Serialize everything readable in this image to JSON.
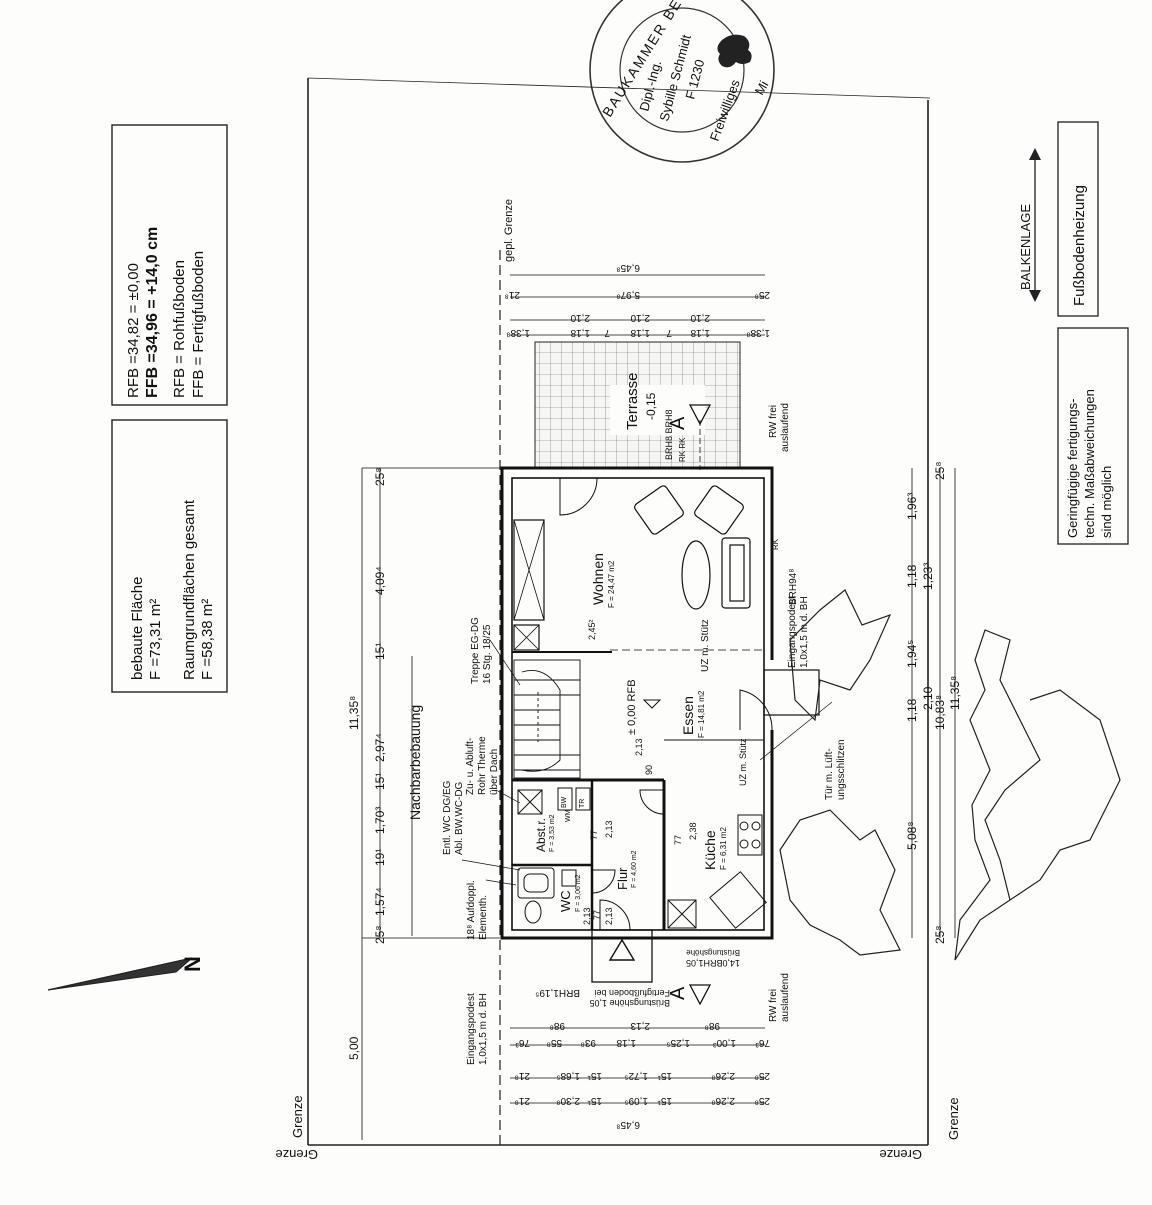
{
  "info_box": {
    "line1": "bebaute Fläche",
    "line2": "F =73,31 m²",
    "line3": "Raumgrundflächen gesamt",
    "line4": "F =58,38 m²"
  },
  "level_box": {
    "rfb_line": "RFB =34,82 = ±0,00",
    "ffb_line": "FFB =34,96 = +14,0 cm",
    "rfb_legend": "RFB = Rohfußboden",
    "ffb_legend": "FFB = Fertigfußboden"
  },
  "stamp": {
    "ring_text": "BAUKAMMER BE",
    "line1": "Dipl.-Ing.",
    "line2": "Sybille Schmidt",
    "line3": "F 1230",
    "line4": "Freiwilliges",
    "line5": "Mi"
  },
  "right_notes": {
    "balkenlage": "BALKENLAGE",
    "heating": "Fußbodenheizung",
    "tolerance1": "Geringfügige fertigungs-",
    "tolerance2": "techn. Maßabweichungen",
    "tolerance3": "sind möglich"
  },
  "boundary": {
    "grenze_left": "Grenze",
    "grenze_right": "Grenze",
    "grenze_bottom_left": "Grenze",
    "grenze_bottom_right": "Grenze",
    "geplante_grenze": "gepl. Grenze"
  },
  "north": {
    "label": "N"
  },
  "rooms": {
    "wohnen": "Wohnen",
    "wohnen_area": "F = 24,47 m2",
    "essen": "Essen",
    "essen_area": "F = 14,81 m2",
    "kueche": "Küche",
    "kueche_area": "F = 6,31 m2",
    "flur": "Flur",
    "flur_area": "F = 4,60 m2",
    "wc": "WC",
    "wc_area": "F = 3,06 m2",
    "abst": "Abst.r.",
    "abst_area": "F = 3,53 m2",
    "terrasse": "Terrasse",
    "terrasse_level": "-0,15"
  },
  "annotations": {
    "nachbarbebauung": "Nachbarbebauung",
    "treppe1": "Treppe EG-DG",
    "treppe2": "16 Stg. 18/25",
    "rohr1": "Zu- u. Abluft-",
    "rohr2": "Rohr Therme",
    "rohr3": "über Dach",
    "entl1": "Entl. WC DG/EG",
    "entl2": "Abl. BW,WC-DG",
    "aufdoppl1": "18⁸ Aufdoppl.",
    "aufdoppl2": "Elementh.",
    "level_0": "± 0,00 RFB",
    "uz_stuetz1": "UZ m. Stütz",
    "uz_stuetz2": "UZ m. Stütz",
    "brh94": "BRH94⁸",
    "brh119": "BRH1,19⁵",
    "brh_top": "BRH8 BRH8",
    "rk_top": "RK RK",
    "rk": "RK",
    "podest_top1": "Eingangspodest",
    "podest_top2": "1,0x1,5 m d. BH",
    "podest_bot1": "Eingangspodest",
    "podest_bot2": "1,0x1,5 m d. BH",
    "tuer1": "Tür m. Lüft-",
    "tuer2": "ungsschlitzen",
    "rw_top1": "RW frei",
    "rw_top2": "auslaufend",
    "rw_bot1": "RW frei",
    "rw_bot2": "auslaufend",
    "bw": "BW",
    "tr": "TR",
    "wm": "WM",
    "section_a": "A",
    "bh_note1": "Brüstungshöhe 1,05",
    "bh_note2": "Fertigfußboden bei",
    "bh_note3": "14,0BRH1,05",
    "bruest": "Brüstungshöhe"
  },
  "dims_left": [
    "25⁸",
    "1,57⁴",
    "19¹",
    "1,70³",
    "15¹",
    "2,97⁴",
    "15¹",
    "4,09⁴",
    "25⁸"
  ],
  "dims_left_total": "11,35⁸",
  "dims_left_far": "5,00",
  "dims_right_inner": [
    "5,08⁸",
    "1,18",
    "1,94⁵",
    "1,18",
    "1,23³",
    "1,96³"
  ],
  "dims_right_mid": "10,83⁸",
  "dims_right_sub": "2,10",
  "dims_right_total": "11,35⁸",
  "dims_right_ends": [
    "25⁸",
    "25⁸"
  ],
  "dims_top": {
    "total": "6,45⁸",
    "row2": [
      "21⁸",
      "5,97⁸",
      "25⁸"
    ],
    "row3": [
      "2,10",
      "2,10",
      "2,10"
    ],
    "row4": [
      "1,38⁸",
      "1,18",
      "7",
      "1,18",
      "7",
      "1,18",
      "1,38⁸"
    ]
  },
  "dims_bottom": {
    "row1": [
      "98⁸",
      "2,13",
      "98⁸"
    ],
    "row2": [
      "76³",
      "55⁸",
      "93⁸",
      "1,18",
      "1,25⁵",
      "1,00³",
      "76³"
    ],
    "row3": [
      "21⁸",
      "1,68⁵",
      "15¹",
      "1,72⁵",
      "15¹",
      "2,26⁸",
      "25⁸"
    ],
    "row4": [
      "21⁸",
      "2,30⁸",
      "15¹",
      "1,09⁵",
      "15¹",
      "2,26⁸",
      "25⁸"
    ],
    "total": "6,45⁸"
  },
  "inner_dims": [
    "2,13",
    "90",
    "2,13",
    "77",
    "77",
    "2,38",
    "2,13",
    "77",
    "2,13",
    "2,45²"
  ]
}
